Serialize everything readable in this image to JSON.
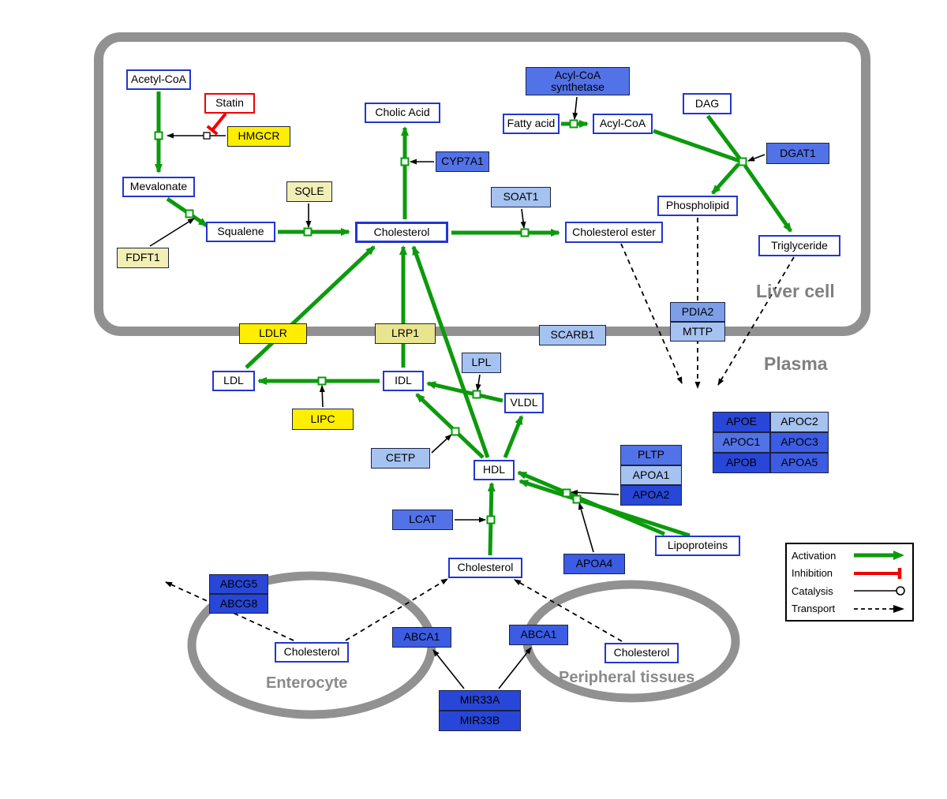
{
  "regions": {
    "liver": {
      "label": "Liver cell"
    },
    "plasma": {
      "label": "Plasma"
    },
    "enterocyte": {
      "label": "Enterocyte"
    },
    "peripheral": {
      "label": "Peripheral tissues"
    }
  },
  "legend": {
    "activation": "Activation",
    "inhibition": "Inhibition",
    "catalysis": "Catalysis",
    "transport": "Transport"
  },
  "colors": {
    "activation_green": "#0c9a0c",
    "inhibition_red": "#f00000",
    "metabolite_border_blue": "#2236d2",
    "gene_yellow": "#ffee00",
    "gene_pale_yellow": "#f2efb6",
    "gene_blue_dark": "#2846d8",
    "gene_blue_medium_dark": "#3c5ce4",
    "gene_blue_medium": "#5272e8",
    "gene_blue_medium_light": "#7d9fe8",
    "gene_blue_light": "#a5c2f0",
    "membrane_gray": "#919191"
  },
  "nodes": {
    "acetyl_coa": {
      "label": "Acetyl-CoA"
    },
    "statin": {
      "label": "Statin"
    },
    "hmgcr": {
      "label": "HMGCR"
    },
    "mevalonate": {
      "label": "Mevalonate"
    },
    "fdft1": {
      "label": "FDFT1"
    },
    "squalene": {
      "label": "Squalene"
    },
    "sqle": {
      "label": "SQLE"
    },
    "cholesterol_liver": {
      "label": "Cholesterol"
    },
    "cholic_acid": {
      "label": "Cholic Acid"
    },
    "cyp7a1": {
      "label": "CYP7A1"
    },
    "acyl_coa_synthetase": {
      "label": "Acyl-CoA synthetase"
    },
    "fatty_acid": {
      "label": "Fatty acid"
    },
    "acyl_coa": {
      "label": "Acyl-CoA"
    },
    "dag": {
      "label": "DAG"
    },
    "dgat1": {
      "label": "DGAT1"
    },
    "soat1": {
      "label": "SOAT1"
    },
    "cholesterol_ester": {
      "label": "Cholesterol ester"
    },
    "phospholipid": {
      "label": "Phospholipid"
    },
    "triglyceride": {
      "label": "Triglyceride"
    },
    "pdia2": {
      "label": "PDIA2"
    },
    "mttp": {
      "label": "MTTP"
    },
    "ldlr": {
      "label": "LDLR"
    },
    "lrp1": {
      "label": "LRP1"
    },
    "scarb1": {
      "label": "SCARB1"
    },
    "ldl": {
      "label": "LDL"
    },
    "idl": {
      "label": "IDL"
    },
    "lpl": {
      "label": "LPL"
    },
    "vldl": {
      "label": "VLDL"
    },
    "lipc": {
      "label": "LIPC"
    },
    "cetp": {
      "label": "CETP"
    },
    "hdl": {
      "label": "HDL"
    },
    "pltp": {
      "label": "PLTP"
    },
    "apoa1": {
      "label": "APOA1"
    },
    "apoa2": {
      "label": "APOA2"
    },
    "apoe": {
      "label": "APOE"
    },
    "apoc2": {
      "label": "APOC2"
    },
    "apoc1": {
      "label": "APOC1"
    },
    "apoc3": {
      "label": "APOC3"
    },
    "apob": {
      "label": "APOB"
    },
    "apoa5": {
      "label": "APOA5"
    },
    "lcat": {
      "label": "LCAT"
    },
    "apoa4": {
      "label": "APOA4"
    },
    "lipoproteins": {
      "label": "Lipoproteins"
    },
    "cholesterol_plasma": {
      "label": "Cholesterol"
    },
    "abcg5": {
      "label": "ABCG5"
    },
    "abcg8": {
      "label": "ABCG8"
    },
    "cholesterol_enterocyte": {
      "label": "Cholesterol"
    },
    "abca1_left": {
      "label": "ABCA1"
    },
    "abca1_right": {
      "label": "ABCA1"
    },
    "cholesterol_peripheral": {
      "label": "Cholesterol"
    },
    "mir33a": {
      "label": "MIR33A"
    },
    "mir33b": {
      "label": "MIR33B"
    }
  }
}
